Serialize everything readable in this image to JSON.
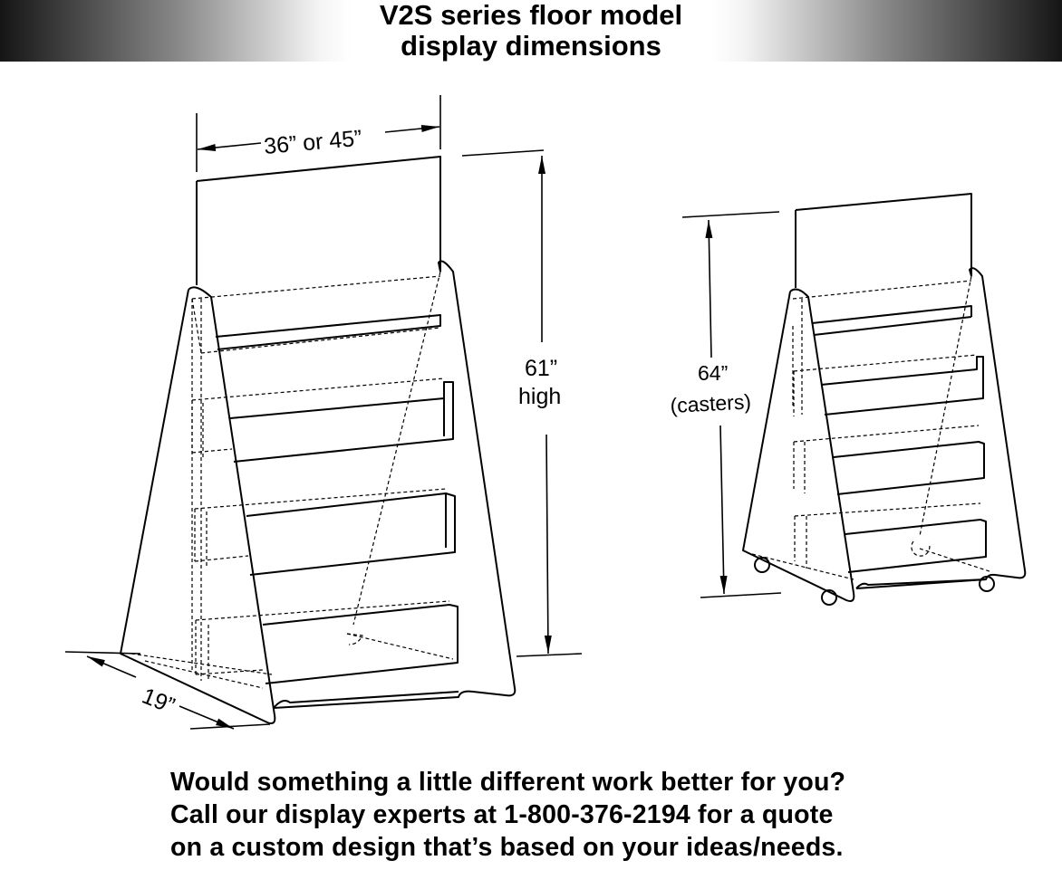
{
  "title": {
    "line1": "V2S series floor model",
    "line2": "display dimensions"
  },
  "dimensions": {
    "width": "36” or 45”",
    "height_value": "61”",
    "height_word": "high",
    "depth": "19”",
    "casters_value": "64”",
    "casters_word": "(casters)"
  },
  "footer": {
    "line1": "Would something a little different work better for you?",
    "line2": "Call our display experts at 1-800-376-2194 for a quote",
    "line3": "on a custom design that’s based on your ideas/needs."
  },
  "colors": {
    "ink": "#000000",
    "header_dark": "#151515",
    "background": "#ffffff"
  }
}
